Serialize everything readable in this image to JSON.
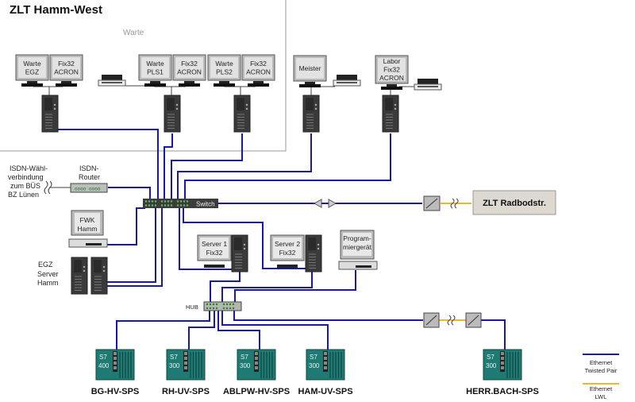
{
  "title": "ZLT Hamm-West",
  "room_label": "Warte",
  "workstations": [
    {
      "id": "egz",
      "screens": [
        [
          "Warte",
          "EGZ"
        ],
        [
          "Fix32",
          "ACRON"
        ]
      ]
    },
    {
      "id": "pls1",
      "screens": [
        [
          "Warte",
          "PLS1"
        ],
        [
          "Fix32",
          "ACRON"
        ]
      ]
    },
    {
      "id": "pls2",
      "screens": [
        [
          "Warte",
          "PLS2"
        ],
        [
          "Fix32",
          "ACRON"
        ]
      ]
    },
    {
      "id": "meister",
      "screens": [
        [
          "Meister"
        ]
      ]
    },
    {
      "id": "labor",
      "screens": [
        [
          "Labor",
          "Fix32",
          "ACRON"
        ]
      ]
    }
  ],
  "isdn": {
    "dial_label": [
      "ISDN-Wähl-",
      "verbindung",
      "zum BÜS",
      "BZ Lünen"
    ],
    "router_label": [
      "ISDN-",
      "Router"
    ]
  },
  "switch_label": "Switch",
  "hub_label": "HUB",
  "fwk": [
    "FWK",
    "Hamm"
  ],
  "egz_server": [
    "EGZ",
    "Server",
    "Hamm"
  ],
  "server1": [
    "Server 1",
    "Fix32"
  ],
  "server2": [
    "Server 2",
    "Fix32"
  ],
  "programmer": [
    "Program-",
    "miergerät"
  ],
  "remote_site": "ZLT Radbodstr.",
  "plcs": [
    {
      "name": "BG-HV-SPS",
      "model": [
        "S7",
        "400"
      ]
    },
    {
      "name": "RH-UV-SPS",
      "model": [
        "S7",
        "300"
      ]
    },
    {
      "name": "ABLPW-HV-SPS",
      "model": [
        "S7",
        "300"
      ]
    },
    {
      "name": "HAM-UV-SPS",
      "model": [
        "S7",
        "300"
      ]
    },
    {
      "name": "HERR.BACH-SPS",
      "model": [
        "S7",
        "300"
      ]
    }
  ],
  "legend": [
    {
      "label": [
        "Ethernet",
        "Twisted Pair"
      ],
      "color": "#1a1aa0"
    },
    {
      "label": [
        "Ethernet",
        "LWL"
      ],
      "color": "#e8b830"
    }
  ],
  "colors": {
    "twisted_pair": "#1a1aa0",
    "lwl": "#e8b830",
    "plc": "#1e7a72",
    "switch": "#3c3c3c",
    "tower": "#3a3a3a",
    "screen": "#d8d8d8"
  }
}
